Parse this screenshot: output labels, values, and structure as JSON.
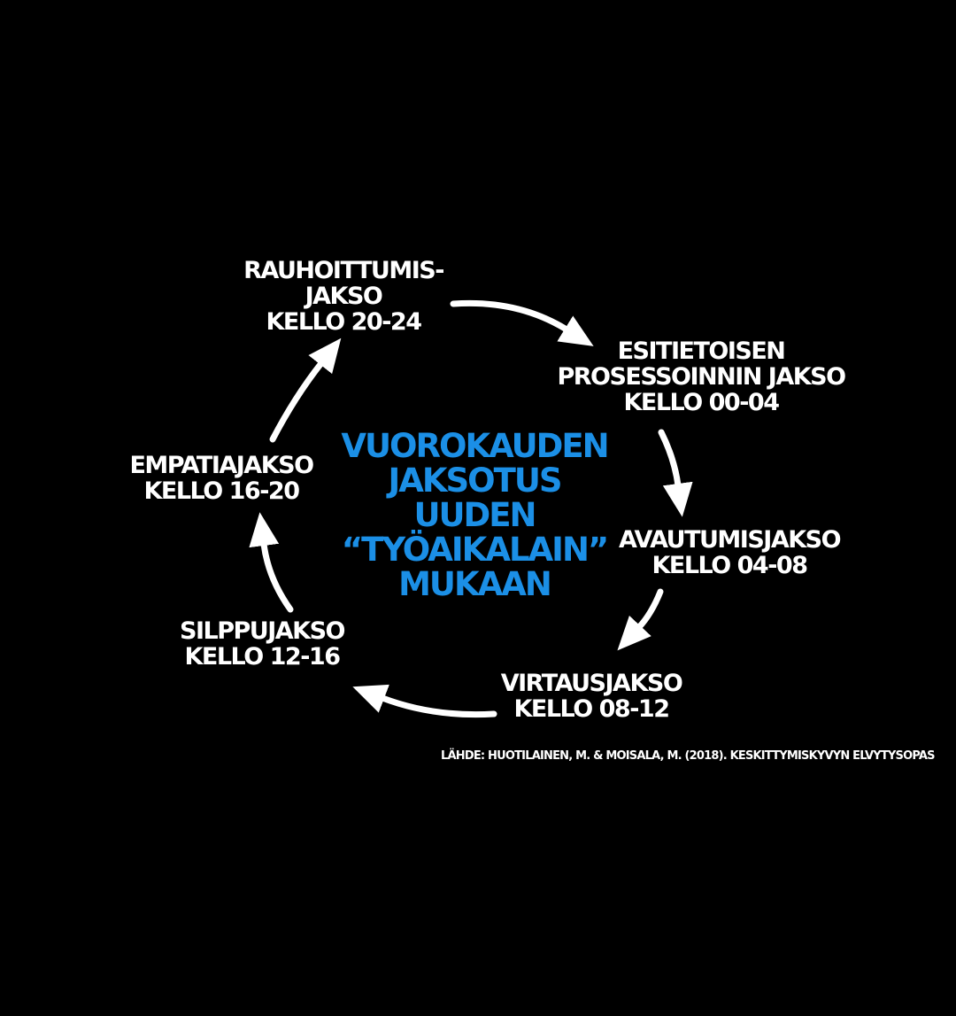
{
  "colors": {
    "background": "#000000",
    "text": "#ffffff",
    "accent": "#1b8fe6",
    "arrow": "#ffffff"
  },
  "center_title": {
    "lines": [
      "VUOROKAUDEN",
      "JAKSOTUS",
      "UUDEN",
      "“TYÖAIKALAIN”",
      "MUKAAN"
    ]
  },
  "phases": [
    {
      "lines": [
        "RAUHOITTUMIS-",
        "JAKSO",
        "KELLO 20-24"
      ]
    },
    {
      "lines": [
        "ESITIETOISEN",
        "PROSESSOINNIN JAKSO",
        "KELLO 00-04"
      ]
    },
    {
      "lines": [
        "AVAUTUMISJAKSO",
        "KELLO 04-08"
      ]
    },
    {
      "lines": [
        "VIRTAUSJAKSO",
        "KELLO 08-12"
      ]
    },
    {
      "lines": [
        "SILPPUJAKSO",
        "KELLO 12-16"
      ]
    },
    {
      "lines": [
        "EMPATIAJAKSO",
        "KELLO 16-20"
      ]
    }
  ],
  "arrows": [
    {
      "from": "rauhoittumisjakso",
      "to": "esitietoisen-prosessoinnin-jakso"
    },
    {
      "from": "esitietoisen-prosessoinnin-jakso",
      "to": "avautumisjakso"
    },
    {
      "from": "avautumisjakso",
      "to": "virtausjakso"
    },
    {
      "from": "virtausjakso",
      "to": "silppujakso"
    },
    {
      "from": "silppujakso",
      "to": "empatiajakso"
    },
    {
      "from": "empatiajakso",
      "to": "rauhoittumisjakso"
    }
  ],
  "source": "LÄHDE: HUOTILAINEN, M. & MOISALA, M. (2018). KESKITTYMISKYVYN ELVYTYSOPAS"
}
